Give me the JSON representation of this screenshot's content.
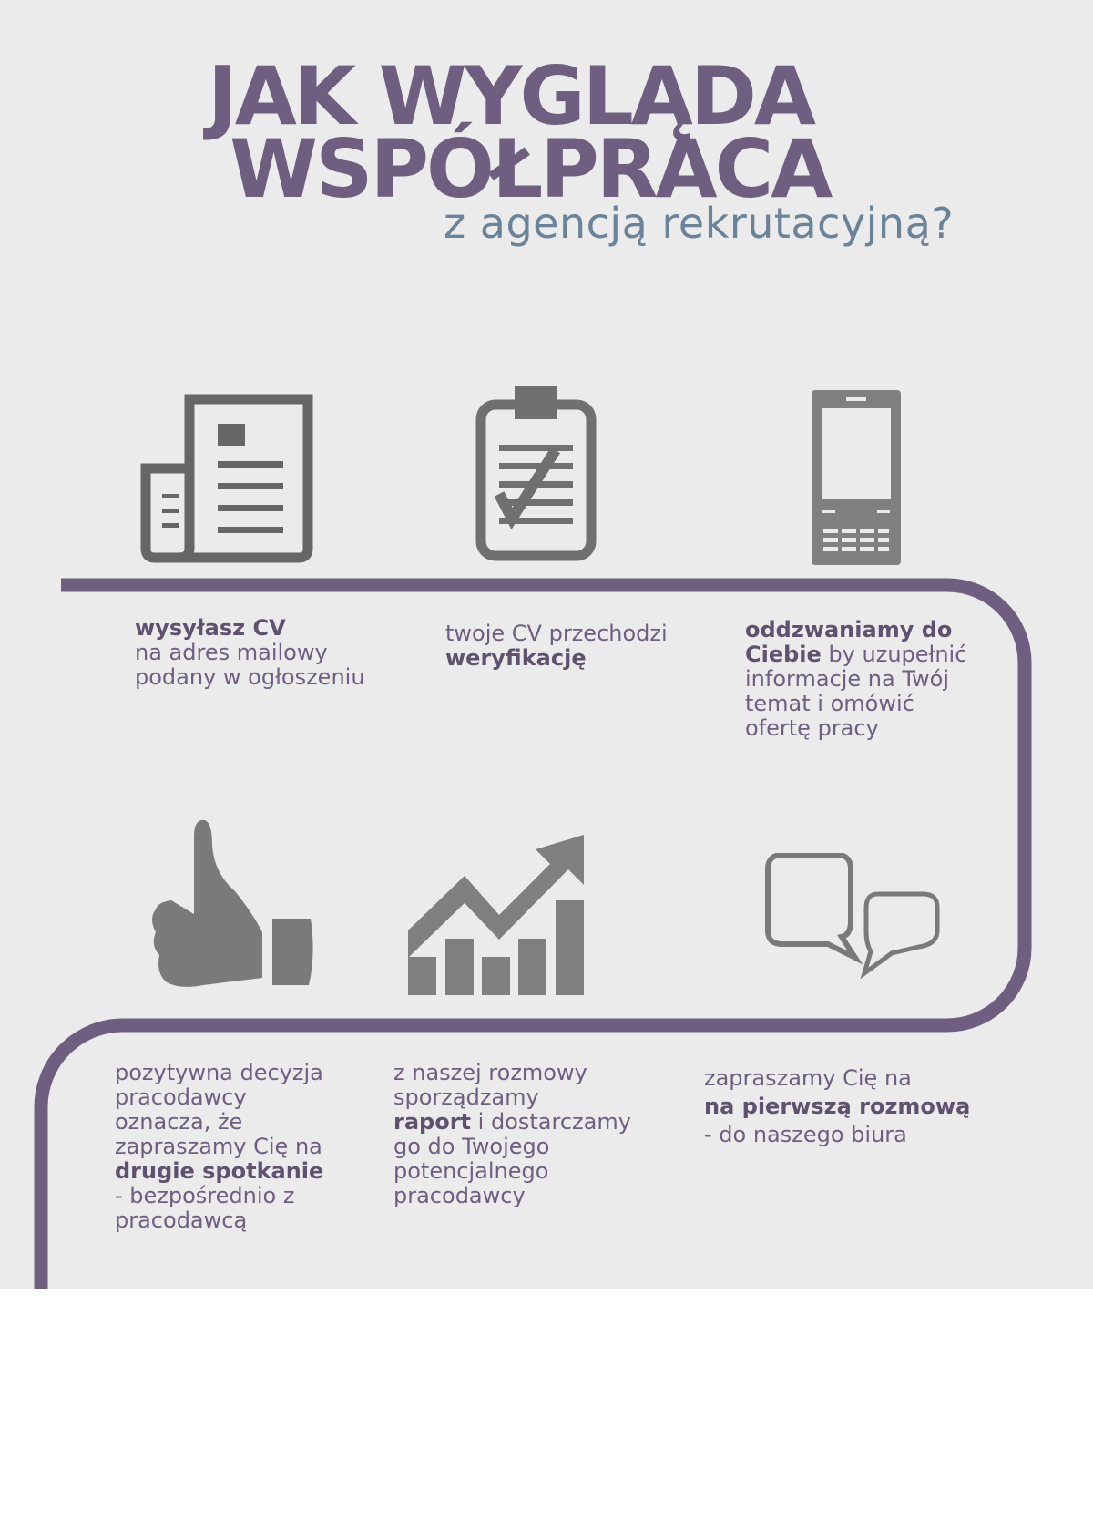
{
  "title": {
    "line1": "JAK WYGLĄDA",
    "line2": "WSPÓŁPRACA",
    "subtitle": "z agencją rekrutacyjną?"
  },
  "colors": {
    "accent": "#6e5f80",
    "subtitle": "#6a8398",
    "icon": "#707070",
    "background": "#ebebeb"
  },
  "steps": [
    {
      "icon": "newspaper-icon",
      "bold": "wysyłasz CV",
      "lines": [
        "na adres mailowy",
        "podany w ogłoszeniu"
      ]
    },
    {
      "icon": "clipboard-check-icon",
      "pre": "twoje CV przechodzi",
      "bold": "weryfikację"
    },
    {
      "icon": "mobile-phone-icon",
      "bold1": "oddzwaniamy do",
      "bold2": "Ciebie",
      "rest2": " by uzupełnić",
      "lines": [
        "informacje na Twój",
        "temat i omówić",
        "ofertę pracy"
      ]
    },
    {
      "icon": "speech-bubbles-icon",
      "pre": "zapraszamy Cię na",
      "bold": "na pierwszą rozmową",
      "post": "- do naszego biura"
    },
    {
      "icon": "growth-chart-icon",
      "pre": [
        "z naszej rozmowy",
        "sporządzamy"
      ],
      "bold": "raport",
      "rest": " i dostarczamy",
      "lines": [
        "go do Twojego",
        "potencjalnego",
        "pracodawcy"
      ]
    },
    {
      "icon": "thumbs-up-icon",
      "pre": [
        "pozytywna decyzja",
        "pracodawcy",
        "oznacza, że",
        "zapraszamy Cię na"
      ],
      "bold": "drugie spotkanie",
      "lines": [
        "- bezpośrednio z",
        "pracodawcą"
      ]
    }
  ]
}
